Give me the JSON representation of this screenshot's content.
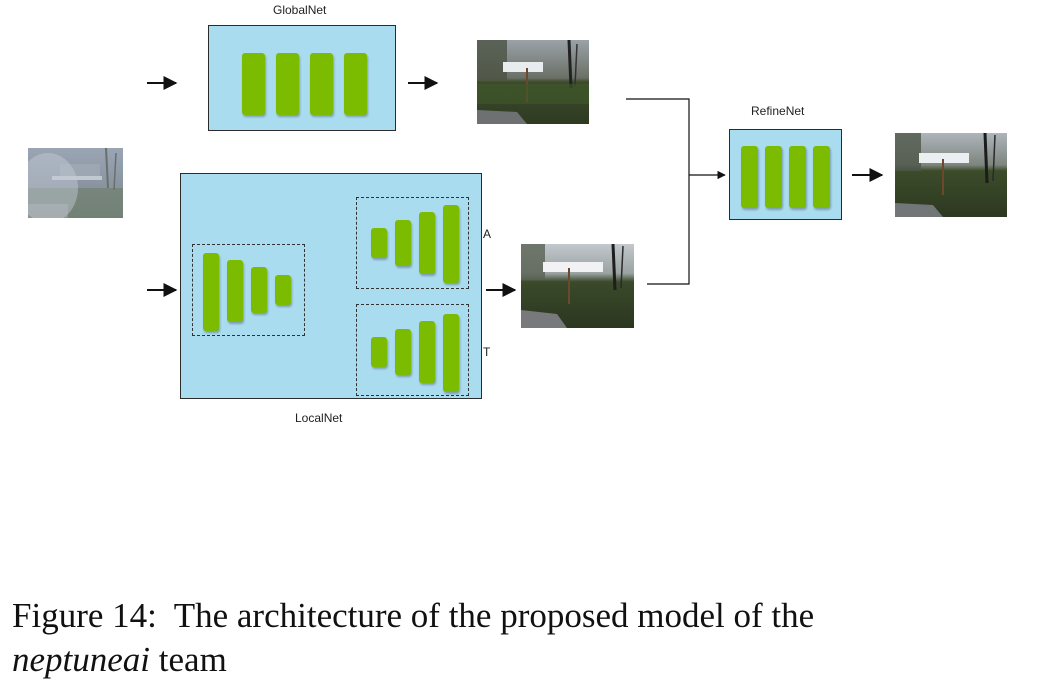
{
  "figure": {
    "labels": {
      "global_net": "GlobalNet",
      "local_net": "LocalNet",
      "refine_net": "RefineNet",
      "branch_a": "A",
      "branch_t": "T"
    },
    "caption": {
      "prefix": "Figure 14:",
      "text": "The architecture of the proposed model of the",
      "team": "neptuneai",
      "suffix": "team"
    },
    "colors": {
      "block_fill": "#aadcf0",
      "layer_green": "#7bbb00",
      "border": "#2b2b2b"
    }
  }
}
